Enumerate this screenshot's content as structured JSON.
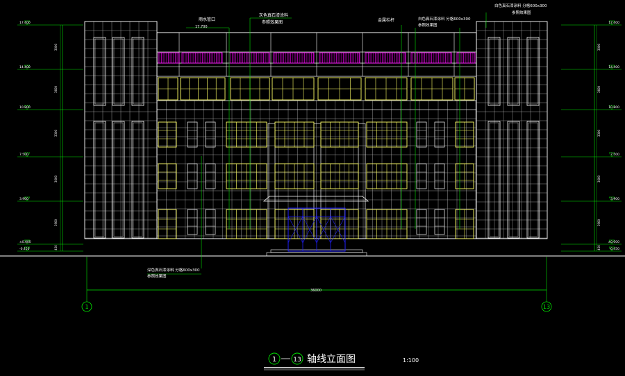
{
  "title": {
    "axis_start": "1",
    "axis_end": "13",
    "text": "轴线立面图",
    "scale": "1:100"
  },
  "axis_bubbles": {
    "left": "1",
    "right": "13"
  },
  "overall_dimension": "36000",
  "elevations_left": [
    "17.400",
    "14.400",
    "10.800",
    "7.500",
    "3.900",
    "±0.000",
    "-0.450"
  ],
  "elevations_right": [
    "17.400",
    "14.400",
    "10.800",
    "7.500",
    "3.900",
    "±0.000",
    "-0.450"
  ],
  "vertical_dims_left": [
    "3000",
    "3600",
    "3300",
    "3600",
    "3900",
    "450"
  ],
  "vertical_dims_right": [
    "3000",
    "3600",
    "3300",
    "3600",
    "3900",
    "450"
  ],
  "annotations": {
    "parapet_drain": "雨水管口",
    "parapet_level": "17.700",
    "roof_finish": "灰色真石漆涂料",
    "roof_finish_ref": "参照效果图",
    "rail": "金属栏杆",
    "wall_finish_right": "白色真石漆涂料 分格600x300",
    "wall_finish_right_ref": "参照效果图",
    "wall_finish_top": "白色真石漆涂料 分格600x300",
    "wall_finish_top_ref": "参照效果图",
    "base_finish": "深色真石漆涂料 分格600x300",
    "base_finish_ref": "参照效果图"
  },
  "colors": {
    "line": "#ffffff",
    "dim": "#00e600",
    "window": "#ffff66",
    "rail": "#ff00ff",
    "door": "#2020ff"
  }
}
